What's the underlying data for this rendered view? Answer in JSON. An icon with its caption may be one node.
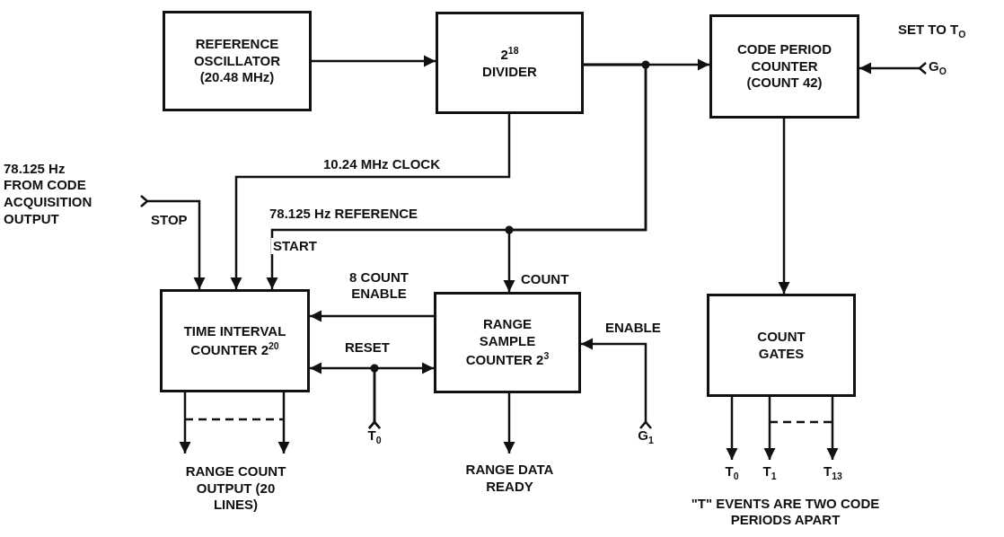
{
  "diagram": {
    "nodes": [
      {
        "text": [
          "REFERENCE OSCILLATOR (20.48 MHz)"
        ]
      },
      {
        "text": [
          "2$^{18}$ DIVIDER"
        ]
      },
      {
        "text": [
          "CODE PERIOD COUNTER (COUNT 42)"
        ]
      },
      {
        "text": [
          "G$_{O}$"
        ],
        "beside": [
          "SET TO T$_{O}$"
        ]
      },
      {
        "text": [
          "78.125 Hz FROM CODE ACQUISITION OUTPUT"
        ]
      },
      {
        "text": [
          "TIME INTERVAL COUNTER 2$^{20}$"
        ]
      },
      {
        "text": [
          "RANGE SAMPLE COUNTER 2$^{3}$"
        ]
      },
      {
        "text": [
          "COUNT GATES"
        ]
      },
      {
        "text": [
          "G$_{1}$"
        ]
      },
      {
        "text": [
          "T$_{0}$"
        ]
      },
      {
        "text": [
          "RANGE COUNT OUTPUT (20 LINES)"
        ]
      },
      {
        "text": [
          "RANGE DATA READY"
        ]
      },
      {
        "text": [
          "T$_{0}$"
        ]
      },
      {
        "text": [
          "T$_{1}$"
        ]
      },
      {
        "text": [
          "T$_{13}$"
        ]
      }
    ],
    "edges": [
      {
        "from": 0,
        "to": 1,
        "arrow": "to"
      },
      {
        "from": 1,
        "to": 2,
        "arrow": "to"
      },
      {
        "from": 3,
        "to": 2,
        "arrow": "to"
      },
      {
        "from": 1,
        "to": 5,
        "arrow": "to",
        "label": "10.24 MHz CLOCK"
      },
      {
        "from": 1,
        "to": 5,
        "arrow": "to",
        "label": "78.125 Hz REFERENCE"
      },
      {
        "from": 1,
        "to": 6,
        "arrow": "to",
        "label": "COUNT"
      },
      {
        "from": 4,
        "to": 5,
        "arrow": "to",
        "label": "STOP"
      },
      {
        "from": 2,
        "to": 7,
        "arrow": "to"
      },
      {
        "from": 6,
        "to": 5,
        "arrow": "to",
        "label": "8 COUNT ENABLE"
      },
      {
        "from": 9,
        "to": 5,
        "arrow": "to",
        "label": "RESET"
      },
      {
        "from": 9,
        "to": 6,
        "arrow": "to"
      },
      {
        "from": 8,
        "to": 6,
        "arrow": "to",
        "label": "ENABLE"
      },
      {
        "from": 5,
        "to": 10,
        "arrow": "to"
      },
      {
        "from": 5,
        "to": 10,
        "arrow": "to"
      },
      {
        "from": 6,
        "to": 11,
        "arrow": "to"
      },
      {
        "from": 7,
        "to": 12,
        "arrow": "to"
      },
      {
        "from": 7,
        "to": 13,
        "arrow": "to"
      },
      {
        "from": 7,
        "to": 14,
        "arrow": "to"
      }
    ],
    "labels": [
      "START",
      "\"T\" EVENTS ARE TWO CODE PERIODS APART"
    ]
  }
}
